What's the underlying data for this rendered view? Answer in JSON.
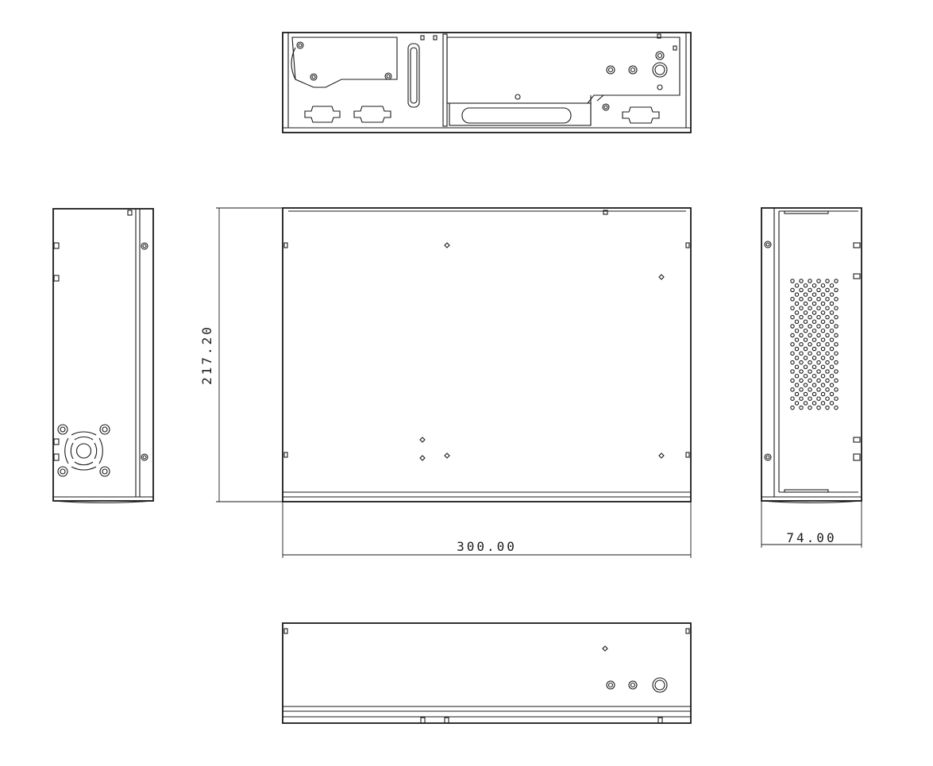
{
  "dimensions": {
    "width_label": "300.00",
    "depth_label": "217.20",
    "height_label": "74.00"
  }
}
